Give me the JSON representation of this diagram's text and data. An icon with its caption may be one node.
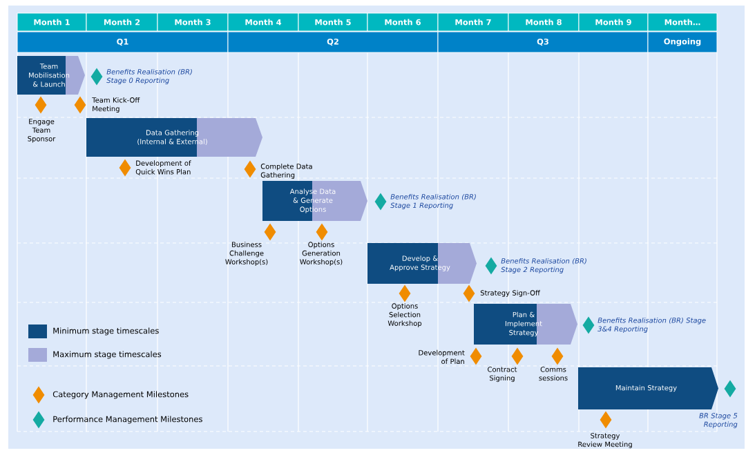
{
  "diagram": {
    "nodes": [
      {
        "text": [
          "Month 1"
        ]
      },
      {
        "text": [
          "Month 2"
        ]
      },
      {
        "text": [
          "Month 3"
        ]
      },
      {
        "text": [
          "Month 4"
        ]
      },
      {
        "text": [
          "Month 5"
        ]
      },
      {
        "text": [
          "Month 6"
        ]
      },
      {
        "text": [
          "Month 7"
        ]
      },
      {
        "text": [
          "Month 8"
        ]
      },
      {
        "text": [
          "Month 9"
        ]
      },
      {
        "text": [
          "Month…"
        ]
      },
      {
        "text": [
          "Q1"
        ]
      },
      {
        "text": [
          "Q2"
        ]
      },
      {
        "text": [
          "Q3"
        ]
      },
      {
        "text": [
          "Ongoing"
        ]
      },
      {
        "text": [
          "Team Mobilisation & Launch"
        ]
      },
      {
        "text": [],
        "shape": "diamond",
        "beside": [
          "Engage Team Sponsor"
        ]
      },
      {
        "text": [],
        "shape": "diamond",
        "beside": [
          "Team Kick-Off Meeting"
        ]
      },
      {
        "text": [],
        "shape": "diamond",
        "beside": [
          "Benefits Realisation (BR) Stage 0 Reporting"
        ]
      },
      {
        "text": [
          "Data Gathering (Internal & External)"
        ]
      },
      {
        "text": [],
        "shape": "diamond",
        "beside": [
          "Development of Quick Wins Plan"
        ]
      },
      {
        "text": [],
        "shape": "diamond",
        "beside": [
          "Complete Data Gathering"
        ]
      },
      {
        "text": [
          "Analyse Data & Generate Options"
        ]
      },
      {
        "text": [],
        "shape": "diamond",
        "beside": [
          "Benefits Realisation (BR) Stage 1 Reporting"
        ]
      },
      {
        "text": [],
        "shape": "diamond",
        "beside": [
          "Business Challenge Workshop(s)"
        ]
      },
      {
        "text": [],
        "shape": "diamond",
        "beside": [
          "Options Generation Workshop(s)"
        ]
      },
      {
        "text": [
          "Develop & Approve Strategy"
        ]
      },
      {
        "text": [],
        "shape": "diamond",
        "beside": [
          "Benefits Realisation (BR) Stage 2 Reporting"
        ]
      },
      {
        "text": [],
        "shape": "diamond",
        "beside": [
          "Options Selection Workshop"
        ]
      },
      {
        "text": [],
        "shape": "diamond",
        "beside": [
          "Strategy Sign-Off"
        ]
      },
      {
        "text": [
          "Plan & Implement Strategy"
        ]
      },
      {
        "text": [],
        "shape": "diamond",
        "beside": [
          "Benefits Realisation (BR) Stage 3&4 Reporting"
        ]
      },
      {
        "text": [],
        "shape": "diamond",
        "beside": [
          "Development of Plan"
        ]
      },
      {
        "text": [],
        "shape": "diamond",
        "beside": [
          "Contract Signing"
        ]
      },
      {
        "text": [],
        "shape": "diamond",
        "beside": [
          "Comms sessions"
        ]
      },
      {
        "text": [
          "Maintain Strategy"
        ]
      },
      {
        "text": [],
        "shape": "diamond"
      },
      {
        "text": [],
        "shape": "diamond",
        "beside": [
          "Strategy Review Meeting"
        ]
      }
    ],
    "labels": [
      "BR Stage 5 Reporting"
    ],
    "legend": [
      {
        "text": "Minimum stage timescales",
        "color": "#0f4c81"
      },
      {
        "text": "Maximum stage timescales",
        "color": "#a4aad9"
      },
      {
        "text": "Category Management Milestones",
        "color": "#f08c00"
      },
      {
        "text": "Performance Management Milestones",
        "color": "#14aaa2"
      }
    ]
  }
}
